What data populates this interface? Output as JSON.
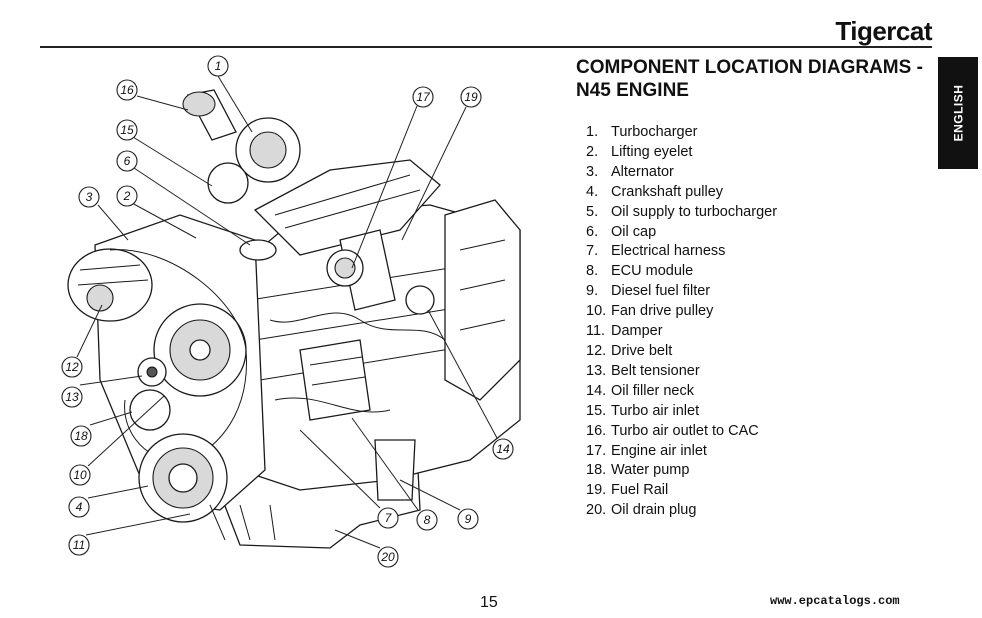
{
  "header": {
    "brand": "Tigercat"
  },
  "side_tab": {
    "label": "ENGLISH"
  },
  "title": {
    "line1": "COMPONENT LOCATION DIAGRAMS -",
    "line2": "N45 ENGINE"
  },
  "components": [
    {
      "num": "1.",
      "label": "Turbocharger"
    },
    {
      "num": "2.",
      "label": "Lifting eyelet"
    },
    {
      "num": "3.",
      "label": "Alternator"
    },
    {
      "num": "4.",
      "label": "Crankshaft pulley"
    },
    {
      "num": "5.",
      "label": "Oil supply to turbocharger"
    },
    {
      "num": "6.",
      "label": "Oil cap"
    },
    {
      "num": "7.",
      "label": "Electrical harness"
    },
    {
      "num": "8.",
      "label": "ECU module"
    },
    {
      "num": "9.",
      "label": "Diesel fuel filter"
    },
    {
      "num": "10.",
      "label": "Fan drive pulley"
    },
    {
      "num": "11.",
      "label": "Damper"
    },
    {
      "num": "12.",
      "label": "Drive belt"
    },
    {
      "num": "13.",
      "label": "Belt tensioner"
    },
    {
      "num": "14.",
      "label": "Oil filler neck"
    },
    {
      "num": "15.",
      "label": "Turbo air inlet"
    },
    {
      "num": "16.",
      "label": "Turbo air outlet to CAC"
    },
    {
      "num": "17.",
      "label": "Engine air inlet"
    },
    {
      "num": "18.",
      "label": "Water pump"
    },
    {
      "num": "19.",
      "label": "Fuel Rail"
    },
    {
      "num": "20.",
      "label": "Oil drain plug"
    }
  ],
  "diagram": {
    "callouts": [
      "1",
      "16",
      "15",
      "6",
      "2",
      "3",
      "17",
      "19",
      "12",
      "13",
      "18",
      "10",
      "4",
      "11",
      "14",
      "7",
      "8",
      "9",
      "20"
    ]
  },
  "footer": {
    "page_number": "15",
    "website": "www.epcatalogs.com"
  }
}
